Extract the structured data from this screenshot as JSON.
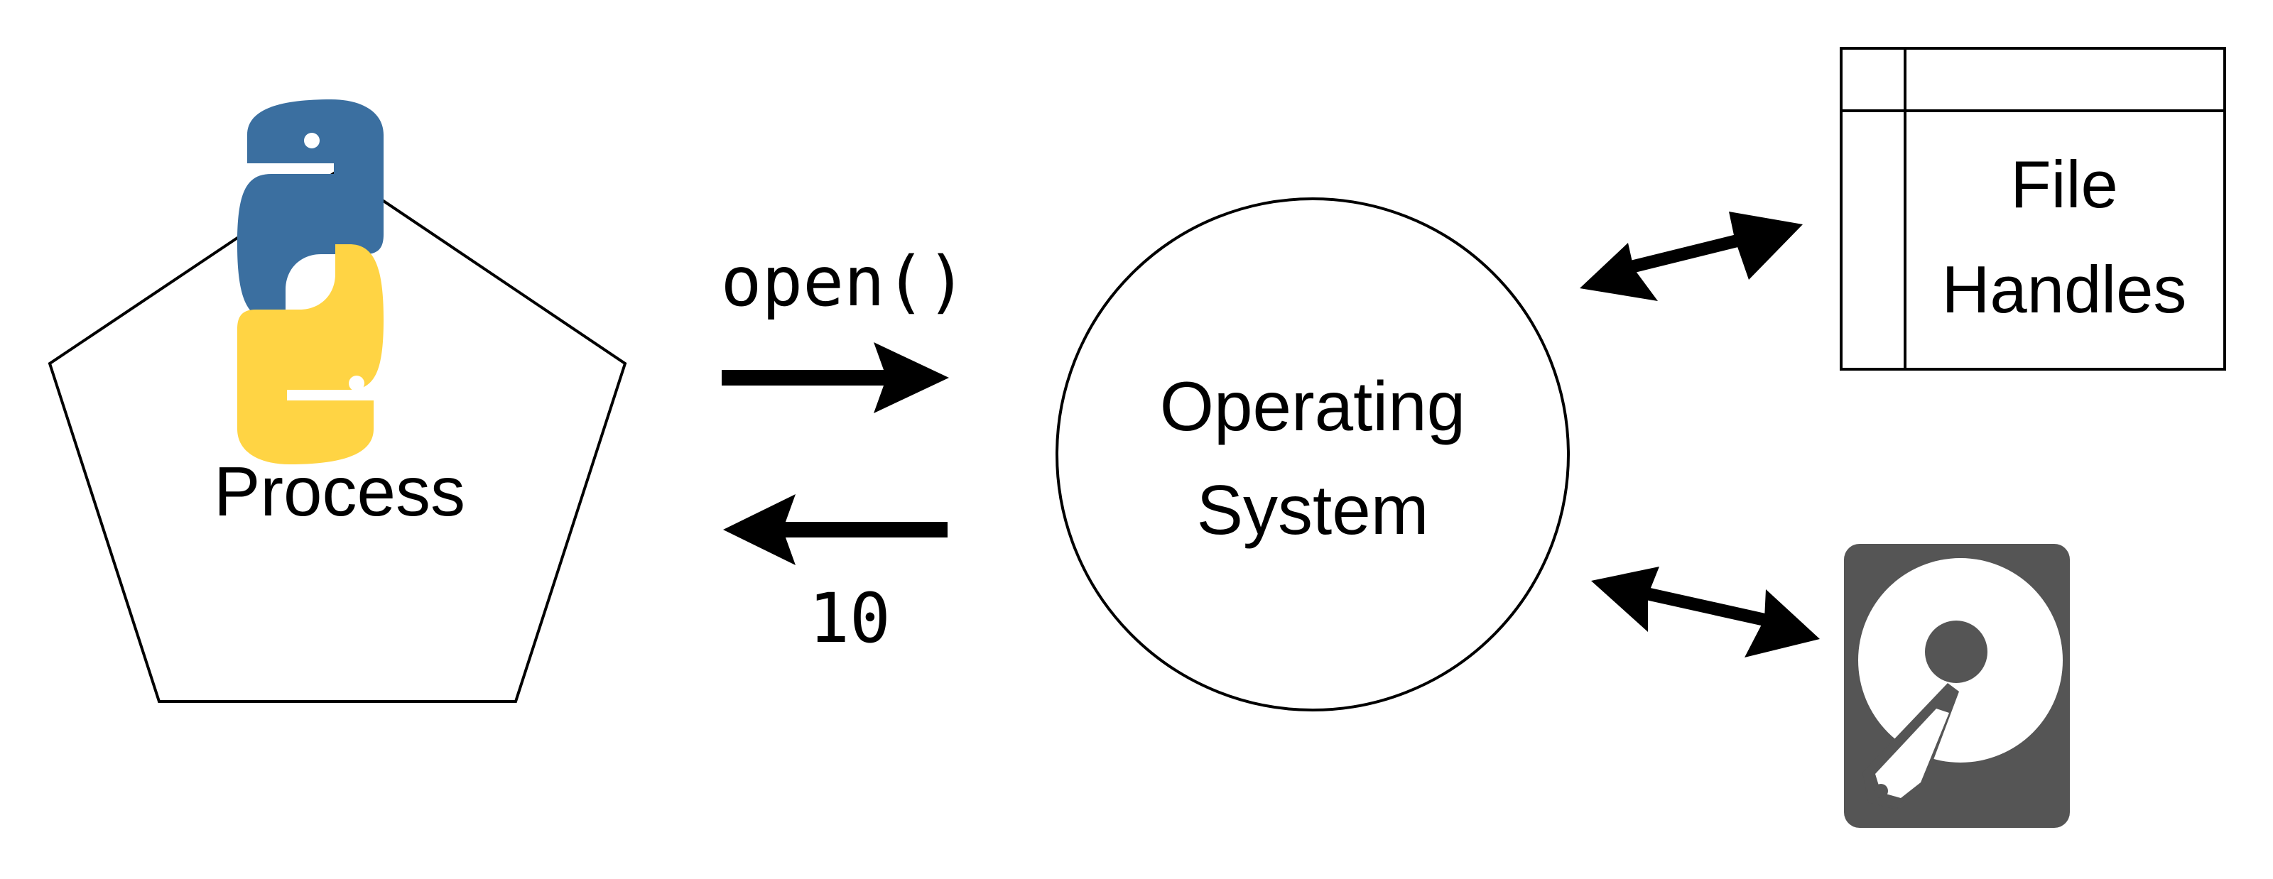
{
  "process": {
    "label": "Process",
    "logo_icon": "python-logo-icon",
    "colors": {
      "blue": "#3b6fa0",
      "yellow": "#ffd444"
    }
  },
  "call": {
    "label": "open()"
  },
  "result": {
    "label": "10"
  },
  "os": {
    "line1": "Operating",
    "line2": "System"
  },
  "file_handles": {
    "line1": "File",
    "line2": "Handles"
  },
  "disk": {
    "icon": "hard-disk-icon",
    "color": "#555555"
  }
}
